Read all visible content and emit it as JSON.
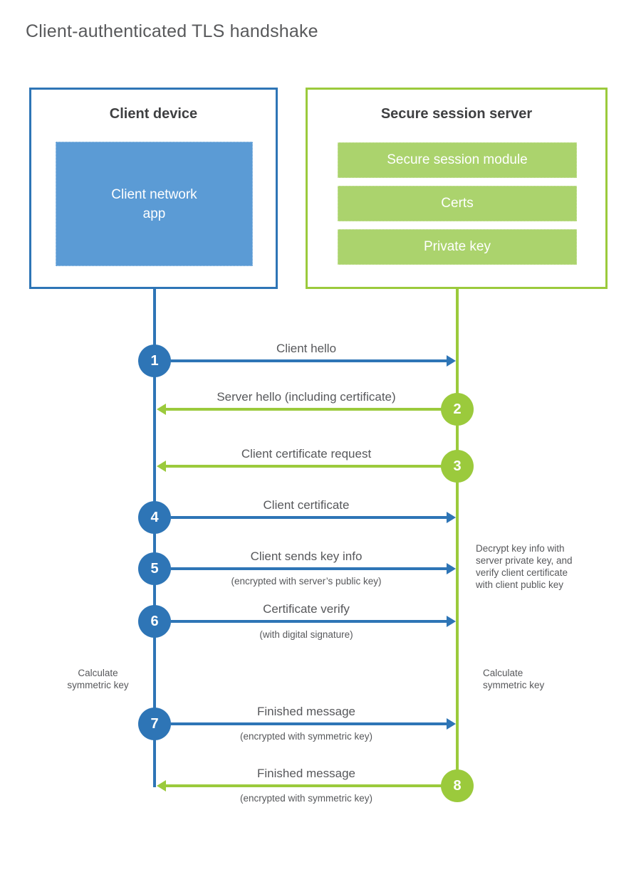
{
  "title": "Client-authenticated TLS handshake",
  "colors": {
    "client_blue": "#2E75B6",
    "client_fill_blue": "#5B9BD5",
    "server_green": "#9BCA3C",
    "server_fill_green": "#ABD36D",
    "text_dark": "#3F4042",
    "text_gray": "#57585B"
  },
  "client": {
    "heading": "Client device",
    "app_label": "Client network\napp"
  },
  "server": {
    "heading": "Secure session server",
    "modules": [
      "Secure session module",
      "Certs",
      "Private key"
    ]
  },
  "steps": [
    {
      "num": "1",
      "label": "Client hello",
      "direction": "client-to-server"
    },
    {
      "num": "2",
      "label": "Server hello (including certificate)",
      "direction": "server-to-client"
    },
    {
      "num": "3",
      "label": "Client certificate request",
      "direction": "server-to-client"
    },
    {
      "num": "4",
      "label": "Client certificate",
      "direction": "client-to-server"
    },
    {
      "num": "5",
      "label": "Client sends key info",
      "sublabel": "(encrypted with server’s public key)",
      "direction": "client-to-server"
    },
    {
      "num": "6",
      "label": "Certificate verify",
      "sublabel": "(with digital signature)",
      "direction": "client-to-server"
    },
    {
      "num": "7",
      "label": "Finished message",
      "sublabel": "(encrypted with symmetric key)",
      "direction": "client-to-server"
    },
    {
      "num": "8",
      "label": "Finished message",
      "sublabel": "(encrypted with symmetric key)",
      "direction": "server-to-client"
    }
  ],
  "annotations": {
    "server_note": "Decrypt key info with\nserver private key, and\nverify client certificate\nwith client public key",
    "client_calc": "Calculate\nsymmetric key",
    "server_calc": "Calculate\nsymmetric key"
  }
}
